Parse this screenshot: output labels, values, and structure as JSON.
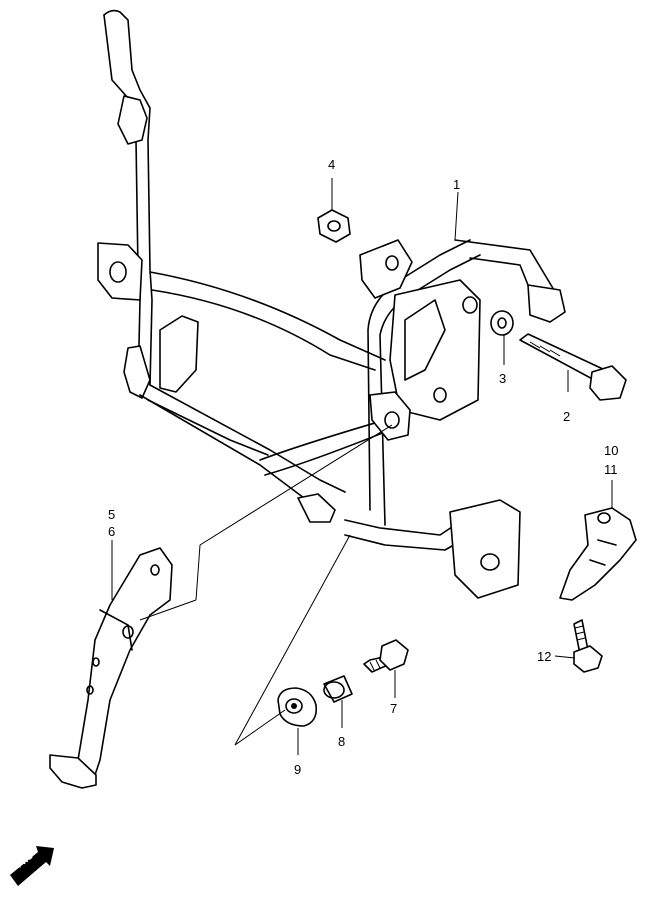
{
  "callouts": [
    {
      "id": "1",
      "text": "1"
    },
    {
      "id": "2",
      "text": "2"
    },
    {
      "id": "3",
      "text": "3"
    },
    {
      "id": "4",
      "text": "4"
    },
    {
      "id": "5",
      "text": "5"
    },
    {
      "id": "6",
      "text": "6"
    },
    {
      "id": "7",
      "text": "7"
    },
    {
      "id": "8",
      "text": "8"
    },
    {
      "id": "9",
      "text": "9"
    },
    {
      "id": "10",
      "text": "10"
    },
    {
      "id": "11",
      "text": "11"
    },
    {
      "id": "12",
      "text": "12"
    }
  ],
  "fwd_label": "FWD"
}
